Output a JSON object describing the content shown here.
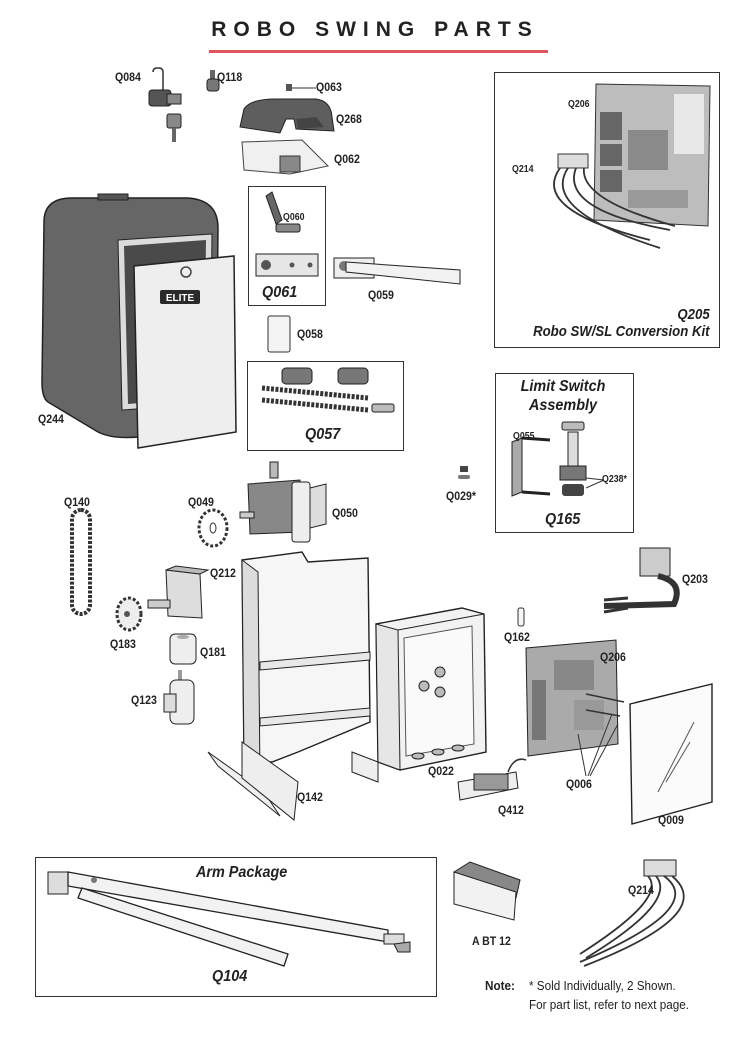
{
  "page": {
    "title": "ROBO SWING PARTS",
    "accent_color": "#e0545f"
  },
  "parts": {
    "Q084": "Q084",
    "Q118": "Q118",
    "Q063": "Q063",
    "Q268": "Q268",
    "Q062": "Q062",
    "Q060": "Q060",
    "Q061": "Q061",
    "Q059": "Q059",
    "Q058": "Q058",
    "Q057": "Q057",
    "Q244": "Q244",
    "Q140": "Q140",
    "Q049": "Q049",
    "Q050": "Q050",
    "Q212": "Q212",
    "Q183": "Q183",
    "Q181": "Q181",
    "Q123": "Q123",
    "Q142": "Q142",
    "Q022": "Q022",
    "Q162": "Q162",
    "Q206_board": "Q206",
    "Q203": "Q203",
    "Q006": "Q006",
    "Q009": "Q009",
    "Q412": "Q412",
    "Q029": "Q029*",
    "Q104": "Q104",
    "ABT12": "A BT 12",
    "Q214_bottom": "Q214"
  },
  "conversion_kit": {
    "board_label": "Q206",
    "harness_label": "Q214",
    "kit_number": "Q205",
    "kit_name": "Robo SW/SL Conversion Kit"
  },
  "limit_switch": {
    "title_line1": "Limit Switch",
    "title_line2": "Assembly",
    "bracket_label": "Q055",
    "switch_label": "Q238*",
    "assembly_number": "Q165"
  },
  "arm_package": {
    "title": "Arm Package",
    "number": "Q104"
  },
  "cover_brand": "ELITE",
  "note": {
    "label": "Note:",
    "line1": "* Sold Individually, 2 Shown.",
    "line2": "For part list, refer to next page."
  }
}
